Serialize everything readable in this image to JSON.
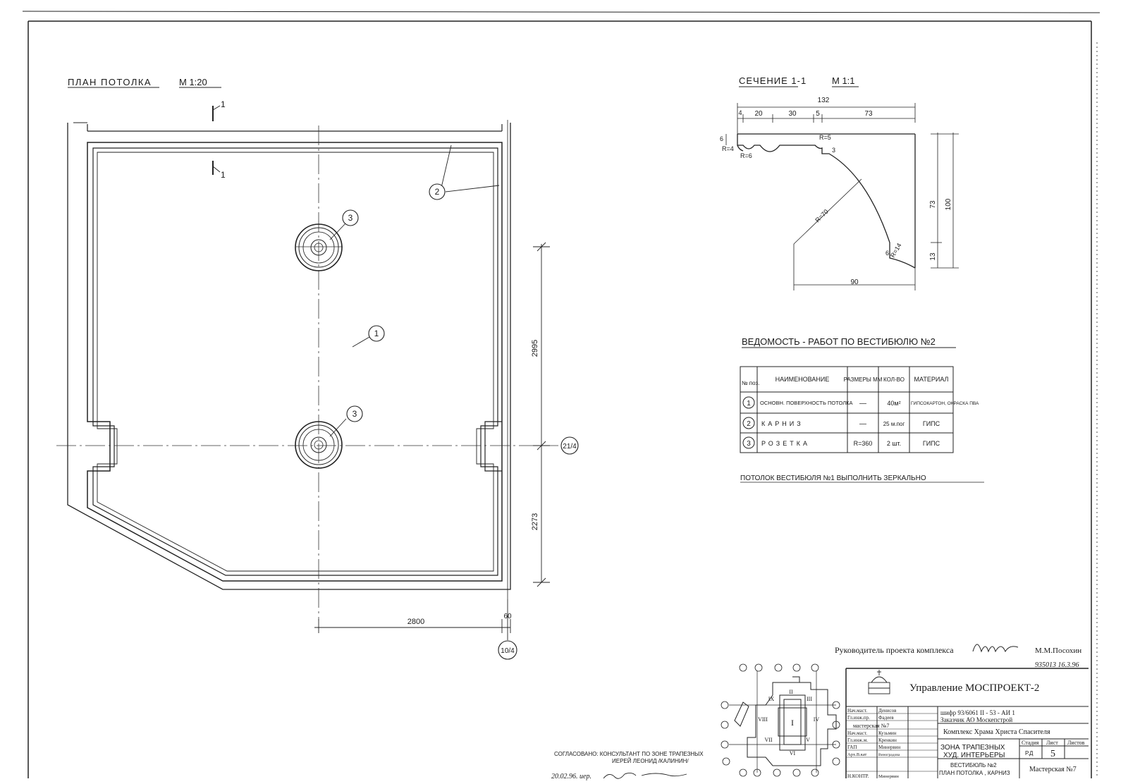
{
  "plan": {
    "title": "ПЛАН  ПОТОЛКА",
    "scale": "М  1:20",
    "section_mark": "1",
    "dim_vertical_upper": "2995",
    "dim_vertical_lower": "2273",
    "dim_horizontal": "2800",
    "dim_small": "60",
    "axis_right": "21/4",
    "axis_bottom": "10/4",
    "callouts": [
      "1",
      "2",
      "3",
      "3"
    ]
  },
  "section": {
    "title": "СЕЧЕНИЕ  1-1",
    "scale": "М 1:1",
    "dims_top": [
      "4",
      "20",
      "30",
      "5",
      "73"
    ],
    "dim_total": "132",
    "dim_bottom": "90",
    "dims_right": [
      "73",
      "13",
      "100"
    ],
    "dim_left": "6",
    "radii": [
      "R=4",
      "R=6",
      "R=5",
      "R=70",
      "R=14"
    ],
    "small_marks": [
      "3",
      "6"
    ]
  },
  "schedule": {
    "title": "ВЕДОМОСТЬ - РАБОТ  ПО  ВЕСТИБЮЛЮ  №2",
    "headers": [
      "№ поз.",
      "НАИМЕНОВАНИЕ",
      "РАЗМЕРЫ ММ",
      "КОЛ-ВО",
      "МАТЕРИАЛ"
    ],
    "rows": [
      [
        "1",
        "ОСНОВН. ПОВЕРХНОСТЬ ПОТОЛКА",
        "—",
        "40м²",
        "ГИПСОКАРТОН, ОКРАСКА ПВА"
      ],
      [
        "2",
        "КАРНИЗ",
        "—",
        "25 м.пог",
        "ГИПС"
      ],
      [
        "3",
        "РОЗЕТКА",
        "R=360",
        "2 шт.",
        "ГИПС"
      ]
    ],
    "note": "ПОТОЛОК    ВЕСТИБЮЛЯ  №1  ВЫПОЛНИТЬ  ЗЕРКАЛЬНО"
  },
  "stamp": {
    "project_lead_label": "Руководитель проекта комплекса",
    "project_lead_name": "М.М.Посохин",
    "project_lead_code": "935013  16.3.96",
    "org": "Управление  МОСПРОЕКТ-2",
    "cipher": "шифр  93/6061    II - 53 - АИ 1",
    "customer": "Заказчик  АО Москепстрой",
    "complex": "Комплекс Храма Христа Спасителя",
    "zone_line1": "ЗОНА  ТРАПЕЗНЫХ",
    "zone_line2": "ХУД. ИНТЕРЬЕРЫ",
    "drawing_line1": "ВЕСТИБЮЛЬ №2",
    "drawing_line2": "ПЛАН ПОТОЛКА , КАРНИЗ",
    "stage_label": "Стадия",
    "stage": "Р.Д",
    "sheet_label": "Лист",
    "sheet": "5",
    "sheets_label": "Листов",
    "workshop": "Мастерская №7",
    "workshop_sub": "мастерская №7",
    "staff": [
      [
        "Нач.маст.",
        "Денисов"
      ],
      [
        "Гл.инж.пр.",
        "Фадеев"
      ],
      [
        "Нач.маст.",
        "Кузьмин"
      ],
      [
        "Гл.инж.м.",
        "Кренкин"
      ],
      [
        "ГАП",
        "Минервин"
      ],
      [
        "Арх.В.кат",
        "Виноградова"
      ],
      [
        "Н.КОНТР.",
        "Минервин"
      ]
    ],
    "keyplan_rooms": [
      "I",
      "II",
      "III",
      "IV",
      "V",
      "VI",
      "VII",
      "VIII",
      "IX"
    ]
  },
  "approval": {
    "line1": "СОГЛАСОВАНО:  КОНСУЛЬТАНТ ПО ЗОНЕ ТРАПЕЗНЫХ",
    "line2": "ИЕРЕЙ ЛЕОНИД /КАЛИНИН/",
    "date": "20.02.96.  иер."
  }
}
